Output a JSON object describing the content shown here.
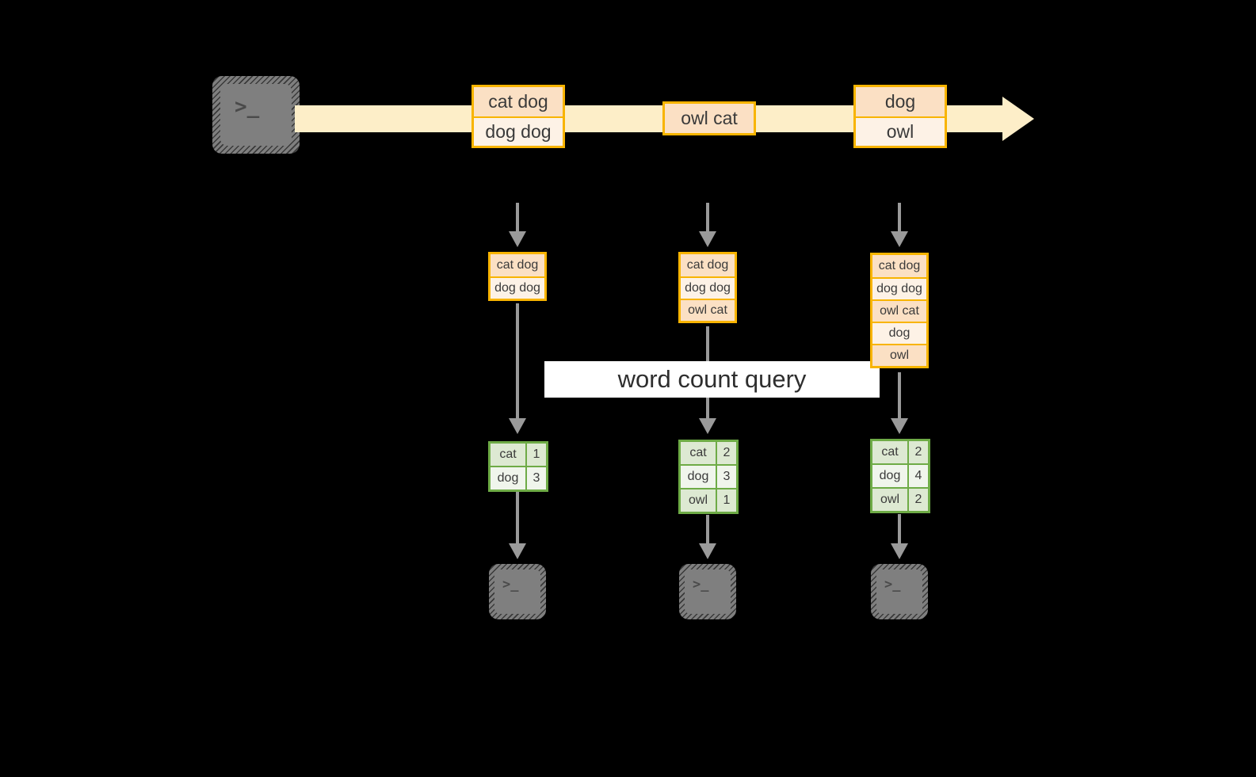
{
  "diagram": {
    "title_label": "word count query",
    "colors": {
      "background": "#000000",
      "stream_fill": "#fdeec8",
      "event_border": "#f8b400",
      "event_fill_dark": "#fbe0c4",
      "event_fill_light": "#fdf2e6",
      "result_border": "#6eab46",
      "result_fill_dark": "#dde9d2",
      "result_fill_light": "#f0f5ec",
      "connector": "#9a9a9a",
      "terminal_fill": "#7f7f7f",
      "label_fill": "#ffffff"
    },
    "source": {
      "icon": "terminal-icon",
      "glyph": ">_"
    },
    "stream": {
      "name": "event-stream-arrow",
      "events": [
        {
          "id": "e1",
          "lines": [
            {
              "text": "cat dog",
              "shade": "dark"
            },
            {
              "text": "dog dog",
              "shade": "light"
            }
          ]
        },
        {
          "id": "e2",
          "lines": [
            {
              "text": "owl cat",
              "shade": "dark"
            }
          ]
        },
        {
          "id": "e3",
          "lines": [
            {
              "text": "dog",
              "shade": "dark"
            },
            {
              "text": "owl",
              "shade": "light"
            }
          ]
        }
      ]
    },
    "snapshots": [
      {
        "id": "t1",
        "input_lines": [
          {
            "text": "cat dog",
            "shade": "dark"
          },
          {
            "text": "dog dog",
            "shade": "light"
          }
        ],
        "result_rows": [
          {
            "key": "cat",
            "value": "1",
            "shade": "dark"
          },
          {
            "key": "dog",
            "value": "3",
            "shade": "light"
          }
        ],
        "sink": {
          "icon": "terminal-icon",
          "glyph": ">_"
        }
      },
      {
        "id": "t2",
        "input_lines": [
          {
            "text": "cat dog",
            "shade": "dark"
          },
          {
            "text": "dog dog",
            "shade": "light"
          },
          {
            "text": "owl cat",
            "shade": "dark"
          }
        ],
        "result_rows": [
          {
            "key": "cat",
            "value": "2",
            "shade": "dark"
          },
          {
            "key": "dog",
            "value": "3",
            "shade": "light"
          },
          {
            "key": "owl",
            "value": "1",
            "shade": "dark"
          }
        ],
        "sink": {
          "icon": "terminal-icon",
          "glyph": ">_"
        }
      },
      {
        "id": "t3",
        "input_lines": [
          {
            "text": "cat dog",
            "shade": "dark"
          },
          {
            "text": "dog dog",
            "shade": "light"
          },
          {
            "text": "owl cat",
            "shade": "dark"
          },
          {
            "text": "dog",
            "shade": "light"
          },
          {
            "text": "owl",
            "shade": "dark"
          }
        ],
        "result_rows": [
          {
            "key": "cat",
            "value": "2",
            "shade": "dark"
          },
          {
            "key": "dog",
            "value": "4",
            "shade": "light"
          },
          {
            "key": "owl",
            "value": "2",
            "shade": "dark"
          }
        ],
        "sink": {
          "icon": "terminal-icon",
          "glyph": ">_"
        }
      }
    ]
  }
}
